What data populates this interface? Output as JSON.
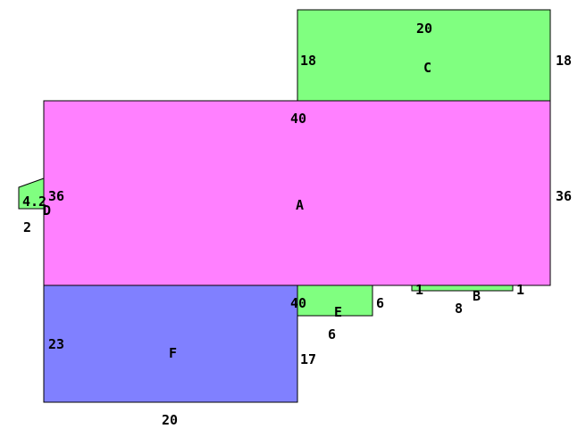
{
  "colors": {
    "green": "#80FF80",
    "magenta": "#FF80FF",
    "blue": "#8080FF",
    "outline": "#000000"
  },
  "rooms": [
    {
      "id": "A",
      "label": "A",
      "color": "magenta",
      "dims": [
        "40",
        "36",
        "36"
      ]
    },
    {
      "id": "C",
      "label": "C",
      "color": "green",
      "dims": [
        "20",
        "18",
        "18"
      ]
    },
    {
      "id": "F",
      "label": "F",
      "color": "blue",
      "dims": [
        "40",
        "23",
        "17",
        "20"
      ]
    },
    {
      "id": "E",
      "label": "E",
      "color": "green",
      "dims": [
        "6",
        "6"
      ]
    },
    {
      "id": "B",
      "label": "B",
      "color": "green",
      "dims": [
        "1",
        "8",
        "1"
      ]
    },
    {
      "id": "D",
      "label": "D",
      "color": "green",
      "dims": [
        "4.2",
        "2"
      ]
    }
  ]
}
